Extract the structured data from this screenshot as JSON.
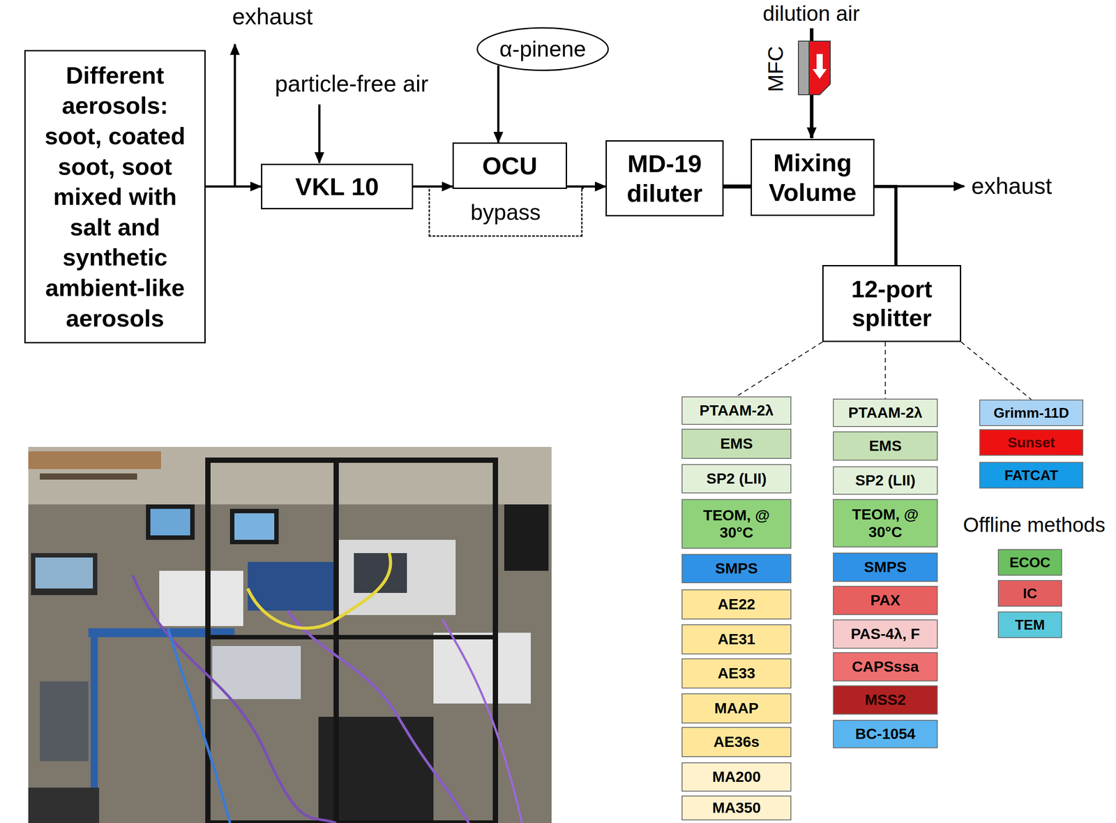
{
  "diagram": {
    "nodes": [
      {
        "text": [
          "Different aerosols: soot, coated soot, soot mixed with salt and synthetic ambient-like aerosols"
        ]
      },
      {
        "text": [
          "VKL 10"
        ]
      },
      {
        "text": [
          "α-pinene"
        ]
      },
      {
        "text": [
          "OCU"
        ]
      },
      {
        "text": [
          "bypass"
        ]
      },
      {
        "text": [
          "MD-19 diluter"
        ]
      },
      {
        "text": [
          "Mixing Volume"
        ]
      },
      {
        "text": [
          "12-port splitter"
        ]
      },
      {
        "text": [
          "PTAAM-2λ"
        ]
      },
      {
        "text": [
          "EMS"
        ]
      },
      {
        "text": [
          "SP2 (LII)"
        ]
      },
      {
        "text": [
          "TEOM, @ 30°C"
        ]
      },
      {
        "text": [
          "SMPS"
        ]
      },
      {
        "text": [
          "AE22"
        ]
      },
      {
        "text": [
          "AE31"
        ]
      },
      {
        "text": [
          "AE33"
        ]
      },
      {
        "text": [
          "MAAP"
        ]
      },
      {
        "text": [
          "AE36s"
        ]
      },
      {
        "text": [
          "MA200"
        ]
      },
      {
        "text": [
          "MA350"
        ]
      },
      {
        "text": [
          "PTAAM-2λ"
        ]
      },
      {
        "text": [
          "EMS"
        ]
      },
      {
        "text": [
          "SP2 (LII)"
        ]
      },
      {
        "text": [
          "TEOM, @ 30°C"
        ]
      },
      {
        "text": [
          "SMPS"
        ]
      },
      {
        "text": [
          "PAX"
        ]
      },
      {
        "text": [
          "PAS-4λ, F"
        ]
      },
      {
        "text": [
          "CAPSssa"
        ]
      },
      {
        "text": [
          "MSS2"
        ]
      },
      {
        "text": [
          "BC-1054"
        ]
      },
      {
        "text": [
          "Grimm-11D"
        ]
      },
      {
        "text": [
          "Sunset"
        ]
      },
      {
        "text": [
          "FATCAT"
        ]
      },
      {
        "text": [
          "ECOC"
        ]
      },
      {
        "text": [
          "IC"
        ]
      },
      {
        "text": [
          "TEM"
        ]
      }
    ],
    "edges": [
      {
        "from": 0,
        "to": 1,
        "arrow": "to"
      },
      {
        "from": 2,
        "to": 3,
        "arrow": "to"
      },
      {
        "from": 1,
        "to": 3,
        "arrow": "to"
      },
      {
        "from": 1,
        "to": 4,
        "arrow": "none"
      },
      {
        "from": 3,
        "to": 5,
        "arrow": "to"
      },
      {
        "from": 4,
        "to": 5,
        "arrow": "to"
      },
      {
        "from": 5,
        "to": 6,
        "arrow": "none"
      },
      {
        "from": 6,
        "to": 7,
        "arrow": "none"
      },
      {
        "from": 7,
        "to": 8,
        "arrow": "none"
      },
      {
        "from": 7,
        "to": 20,
        "arrow": "none"
      },
      {
        "from": 7,
        "to": 30,
        "arrow": "none"
      }
    ],
    "labels": [
      "exhaust",
      "particle-free air",
      "dilution air",
      "MFC",
      "exhaust",
      "Offline methods"
    ]
  }
}
